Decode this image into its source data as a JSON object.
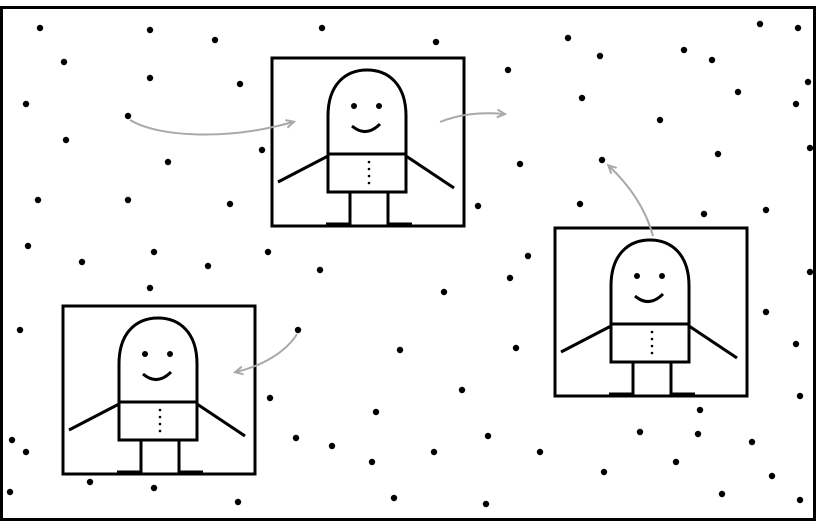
{
  "colors": {
    "background": "#ffffff",
    "ink": "#000000",
    "arrow": "#a9a9a9"
  },
  "panels": [
    {
      "name": "robot-frame-top-center",
      "icon": "robot-icon"
    },
    {
      "name": "robot-frame-right",
      "icon": "robot-icon"
    },
    {
      "name": "robot-frame-bottom-left",
      "icon": "robot-icon"
    }
  ],
  "arrows": [
    {
      "name": "arrow-into-top-frame"
    },
    {
      "name": "arrow-out-of-top-frame"
    },
    {
      "name": "arrow-out-of-right-frame"
    },
    {
      "name": "arrow-out-of-bottom-left-frame"
    }
  ],
  "particles_icon": "dot-icon"
}
